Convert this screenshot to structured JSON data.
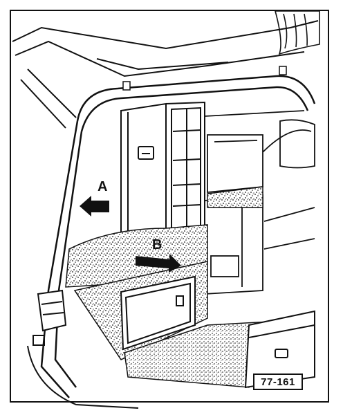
{
  "figure": {
    "reference_number": "77-161",
    "callouts": [
      {
        "id": "A",
        "label": "A"
      },
      {
        "id": "B",
        "label": "B"
      }
    ]
  },
  "colors": {
    "ink": "#111111",
    "paper": "#ffffff"
  }
}
